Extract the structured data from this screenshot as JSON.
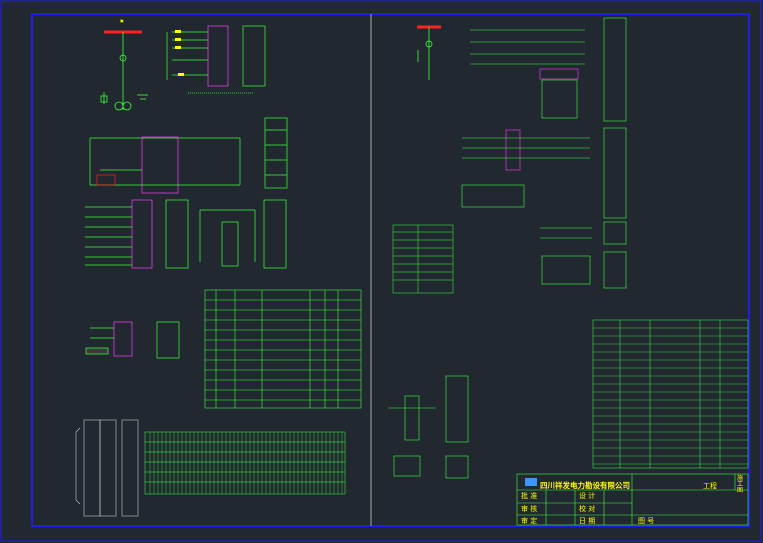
{
  "title_block": {
    "company": "四川祥发电力勘设有限公司",
    "project_label": "工程",
    "stamp": "施工图",
    "rows": [
      {
        "a": "批 准",
        "b": "设 计"
      },
      {
        "a": "审 核",
        "b": "校 对"
      },
      {
        "a": "审 定",
        "b": "日 期"
      }
    ],
    "drawing_no_label": "图 号"
  },
  "colors": {
    "background": "#212830",
    "frame": "#1e1ee6",
    "wire": "#3cff3c",
    "device": "#ff3cff",
    "alarm": "#ff2020",
    "text": "#ffff00",
    "divider": "#c8c8c8"
  }
}
